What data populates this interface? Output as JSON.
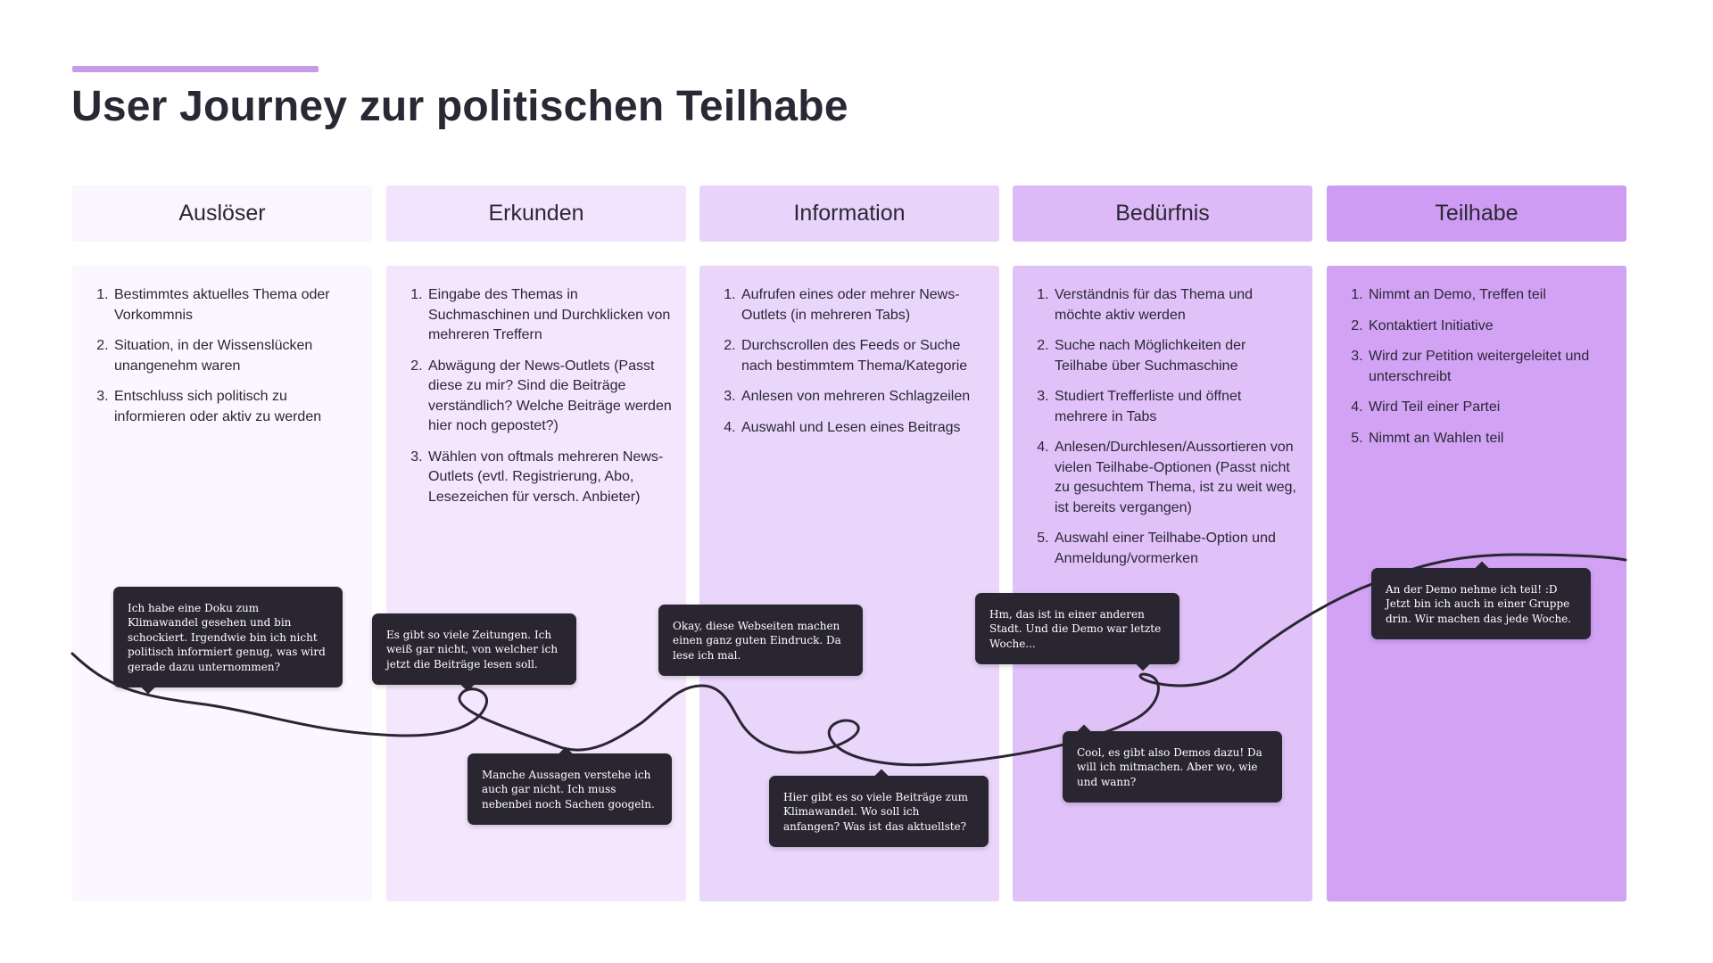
{
  "title": "User Journey zur politischen Teilhabe",
  "colors": {
    "accent": "#c79ae8",
    "dark": "#2a2631",
    "stage_headers": [
      "#fbf5fe",
      "#f2e4fc",
      "#e8d3fb",
      "#deb9f8",
      "#cf9cf3"
    ],
    "stage_bodies": [
      "#fcf7fe",
      "#f4e6fc",
      "#ead6fb",
      "#e0c2f9",
      "#d2a3f4"
    ]
  },
  "stages": [
    {
      "header": "Auslöser",
      "items": [
        "Bestimmtes aktuelles Thema oder Vorkommnis",
        "Situation, in der Wissenslücken unangenehm waren",
        "Entschluss sich politisch zu informieren oder aktiv zu werden"
      ]
    },
    {
      "header": "Erkunden",
      "items": [
        "Eingabe des Themas in Suchmaschinen und Durchklicken von mehreren Treffern",
        "Abwägung der News-Outlets (Passt diese zu mir? Sind die Beiträge verständlich? Welche Beiträge werden hier noch gepostet?)",
        "Wählen von oftmals mehreren News-Outlets (evtl. Registrierung, Abo, Lesezeichen für versch. Anbieter)"
      ]
    },
    {
      "header": "Information",
      "items": [
        "Aufrufen eines oder mehrer News-Outlets (in mehreren Tabs)",
        "Durchscrollen des Feeds or Suche nach bestimmtem Thema/Kategorie",
        "Anlesen von mehreren Schlagzeilen",
        "Auswahl und Lesen eines Beitrags"
      ]
    },
    {
      "header": "Bedürfnis",
      "items": [
        "Verständnis für das Thema und möchte aktiv werden",
        "Suche nach Möglichkeiten der Teilhabe über Suchmaschine",
        "Studiert Trefferliste und öffnet mehrere in Tabs",
        "Anlesen/Durchlesen/Aussortieren von vielen Teilhabe-Optionen (Passt nicht zu gesuchtem Thema, ist zu weit weg, ist bereits vergangen)",
        "Auswahl einer Teilhabe-Option und Anmeldung/vormerken"
      ]
    },
    {
      "header": "Teilhabe",
      "items": [
        "Nimmt an Demo, Treffen teil",
        "Kontaktiert Initiative",
        "Wird zur Petition weitergeleitet und unterschreibt",
        "Wird Teil einer Partei",
        "Nimmt an Wahlen teil"
      ]
    }
  ],
  "thoughts": [
    "Ich habe eine Doku zum Klimawandel gesehen und bin schockiert. Irgendwie bin ich nicht politisch informiert genug, was wird gerade dazu unternommen?",
    "Es gibt so viele Zeitungen. Ich weiß gar nicht, von welcher ich jetzt die Beiträge lesen soll.",
    "Manche Aussagen verstehe ich auch gar nicht. Ich muss nebenbei noch Sachen googeln.",
    "Okay, diese Webseiten machen einen ganz guten Eindruck. Da lese ich mal.",
    "Hier gibt es so viele Beiträge zum Klimawandel. Wo soll ich anfangen? Was ist das aktuellste?",
    "Hm, das ist in einer anderen Stadt. Und die Demo war letzte Woche...",
    "Cool, es gibt also Demos dazu! Da will ich mitmachen. Aber wo, wie und wann?",
    "An der Demo nehme ich teil! :D Jetzt bin ich auch in einer Gruppe drin. Wir machen das jede Woche."
  ]
}
